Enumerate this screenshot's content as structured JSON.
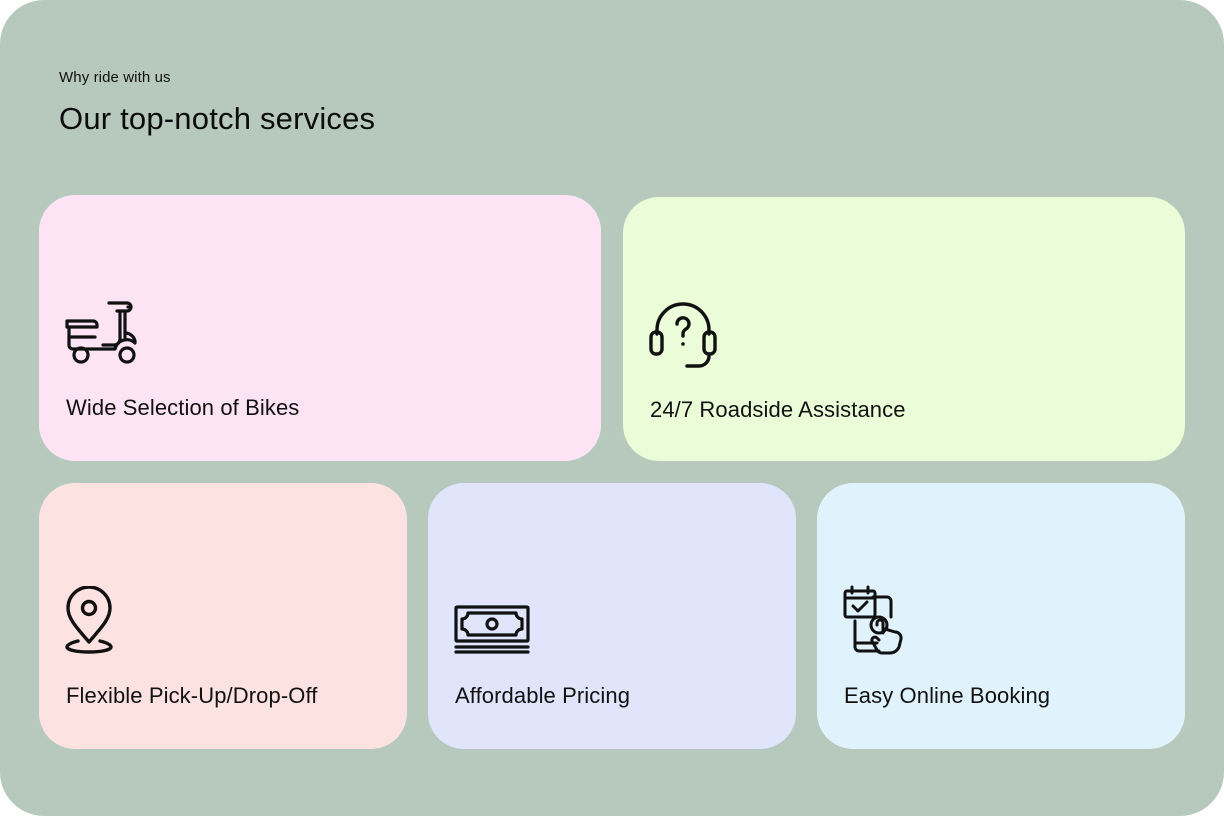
{
  "header": {
    "eyebrow": "Why ride with us",
    "title": "Our top-notch services"
  },
  "cards": [
    {
      "label": "Wide Selection of Bikes",
      "icon": "scooter-icon",
      "background": "#fce4f5"
    },
    {
      "label": "24/7 Roadside Assistance",
      "icon": "headset-support-icon",
      "background": "#ebfcd9"
    },
    {
      "label": "Flexible Pick-Up/Drop-Off",
      "icon": "location-pin-icon",
      "background": "#fde2e2"
    },
    {
      "label": "Affordable Pricing",
      "icon": "cash-icon",
      "background": "#e1e5fc"
    },
    {
      "label": "Easy Online Booking",
      "icon": "mobile-booking-icon",
      "background": "#e0f3fc"
    }
  ],
  "colors": {
    "page_background": "#b6c9bc",
    "text": "#111111"
  }
}
